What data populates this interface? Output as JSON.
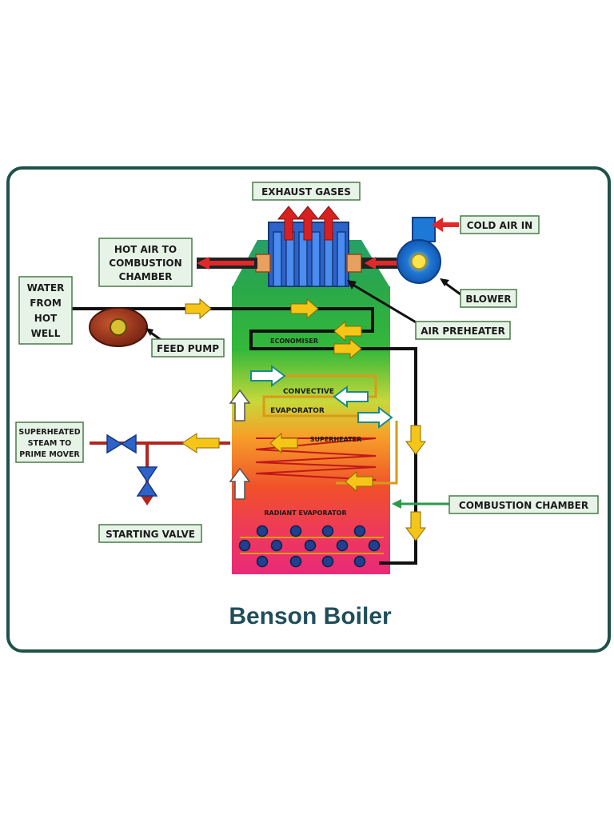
{
  "title": "Benson Boiler",
  "labels": {
    "exhaust_gases": "EXHAUST  GASES",
    "hot_air_line1": "HOT AIR TO",
    "hot_air_line2": "COMBUSTION",
    "hot_air_line3": "CHAMBER",
    "cold_air_in": "COLD AIR IN",
    "blower": "BLOWER",
    "water_line1": "WATER",
    "water_line2": "FROM",
    "water_line3": "HOT",
    "water_line4": "WELL",
    "feed_pump": "FEED PUMP",
    "air_preheater": "AIR PREHEATER",
    "economiser": "ECONOMISER",
    "convective": "CONVECTIVE",
    "evaporator": "EVAPORATOR",
    "superheater": "SUPERHEATER",
    "superheated_line1": "SUPERHEATED",
    "superheated_line2": "STEAM TO",
    "superheated_line3": "PRIME MOVER",
    "combustion_chamber": "COMBUSTION CHAMBER",
    "radiant_evaporator": "RADIANT EVAPORATOR",
    "starting_valve": "STARTING VALVE"
  },
  "colors": {
    "frame": "#1e5248",
    "label_fill": "#e6f3e6",
    "label_border": "#4a7a4a",
    "pipe_water": "#111111",
    "pipe_steam": "#b3261e",
    "arrow_water": "#f5c518",
    "arrow_air": "#ffffff",
    "burner": "#1f3f8f",
    "preheater": "#3a6fd8"
  }
}
